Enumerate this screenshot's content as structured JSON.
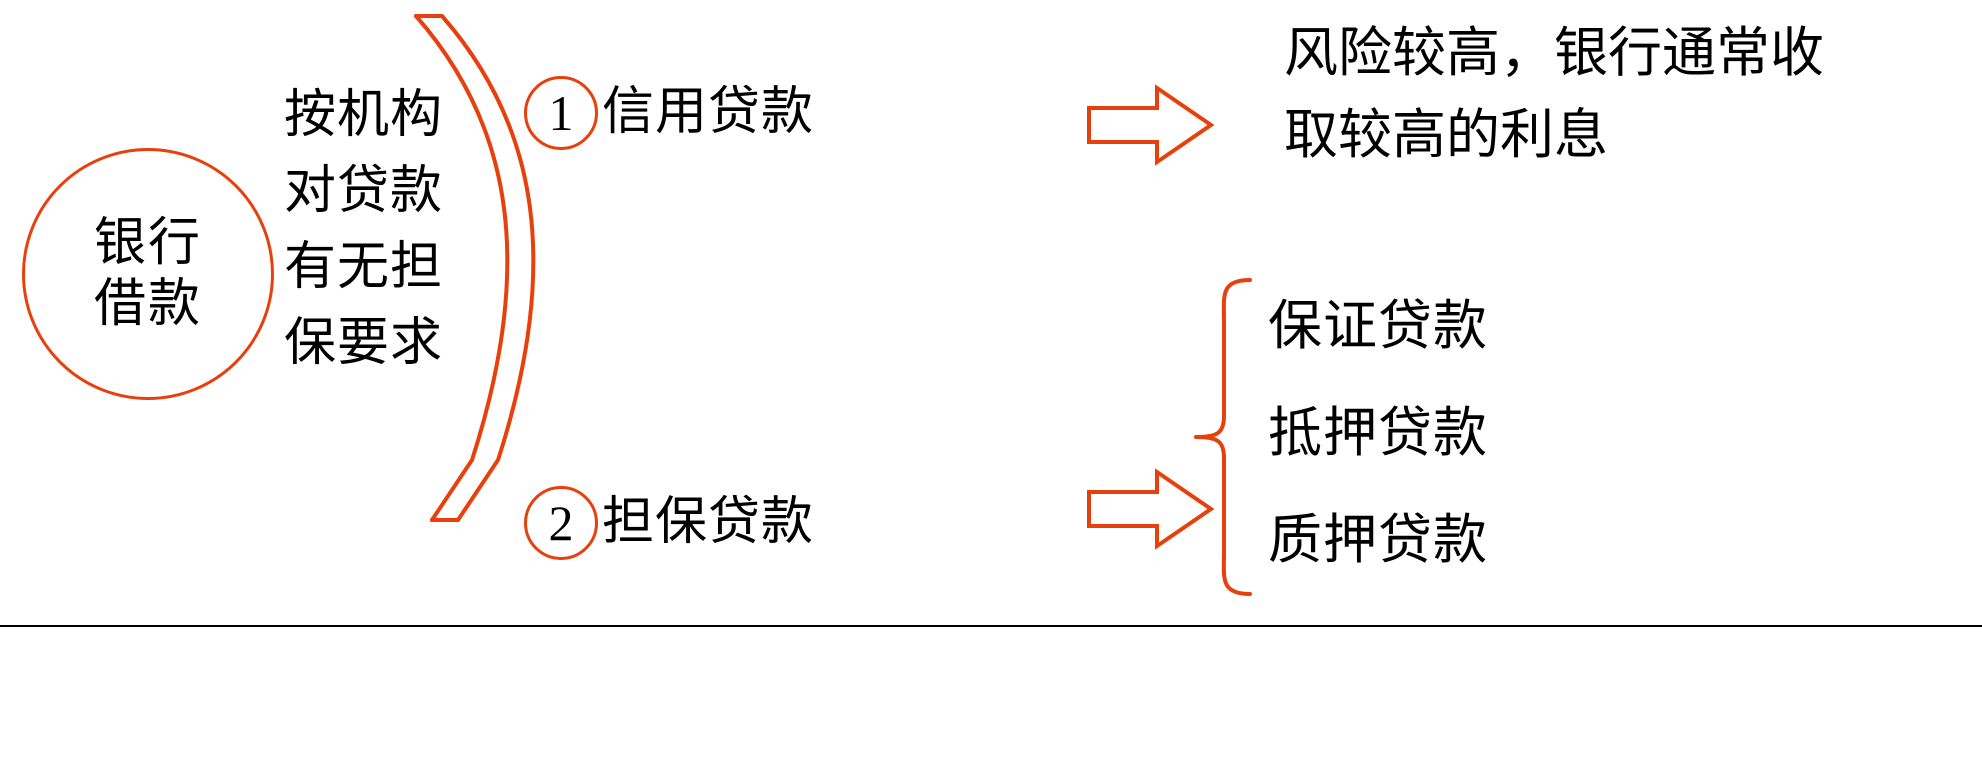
{
  "palette": {
    "accent": "#E8400C",
    "text": "#000000",
    "background": "#FFFFFF",
    "divider": "#000000"
  },
  "source": {
    "line1": "银行",
    "line2": "借款",
    "shape": "circle"
  },
  "criterion": {
    "lines": [
      "按机构",
      "对贷款",
      "有无担",
      "保要求"
    ]
  },
  "branches": [
    {
      "number": "1",
      "label": "信用贷款",
      "arrow": "right-block-arrow"
    },
    {
      "number": "2",
      "label": "担保贷款",
      "arrow": "right-block-arrow"
    }
  ],
  "outcome": {
    "lines": [
      "风险较高，银行通常收",
      "取较高的利息"
    ]
  },
  "subtypes": {
    "items": [
      "保证贷款",
      "抵押贷款",
      "质押贷款"
    ]
  },
  "icons": {
    "brace_main": "left-curly-brace",
    "brace_sub": "left-curly-brace-small",
    "arrow": "block-arrow-right"
  }
}
